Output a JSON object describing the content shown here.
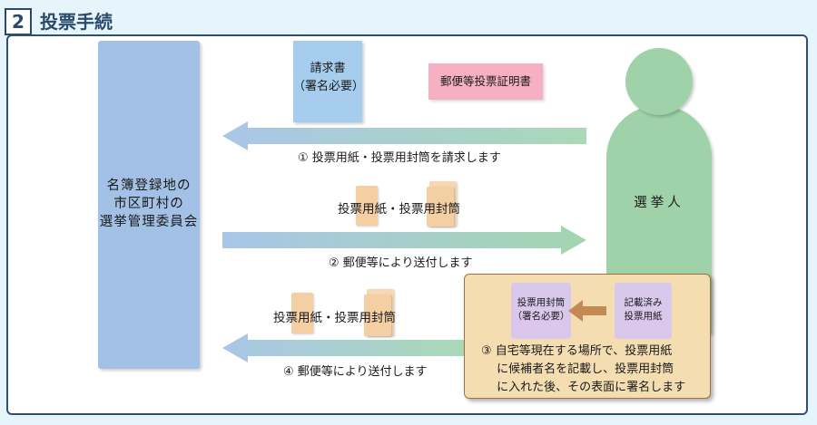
{
  "section": {
    "number": "2",
    "title": "投票手続"
  },
  "committee": {
    "label": "名簿登録地の\n市区町村の\n選挙管理委員会"
  },
  "voter": {
    "label": "選挙人"
  },
  "documents": {
    "request_form": "請求書\n（署名必要）",
    "certificate": "郵便等投票証明書"
  },
  "steps": [
    {
      "label": "① 投票用紙・投票用封筒を請求します"
    },
    {
      "label": "② 郵便等により送付します"
    },
    {
      "label": "④ 郵便等により送付します"
    }
  ],
  "items": {
    "sent_to_voter": "投票用紙・投票用封筒",
    "returned": "投票用紙・投票用封筒"
  },
  "home_step": {
    "envelope_label": "投票用封筒\n（署名必要）",
    "ballot_label": "記載済み\n投票用紙",
    "description": "③ 自宅等現在する場所で、投票用紙\n　 に候補者名を記載し、投票用封筒\n　 に入れた後、その表面に署名します"
  },
  "colors": {
    "title": "#2b4a6b",
    "committee_box": "#a3c1e6",
    "voter_figure": "#9fd2a9",
    "request_form": "#a6cdee",
    "certificate": "#f5b1c3",
    "envelope": "#f3cfa3",
    "home_box": "#f4ddb1",
    "home_box_border": "#a46f3f",
    "home_arrow": "#c48a54",
    "purple_doc": "#d9c7ec"
  },
  "icons": {
    "arrows": [
      "left-arrow-icon",
      "right-arrow-icon",
      "left-arrow-icon"
    ],
    "insert_arrow": "left-arrow-icon"
  }
}
